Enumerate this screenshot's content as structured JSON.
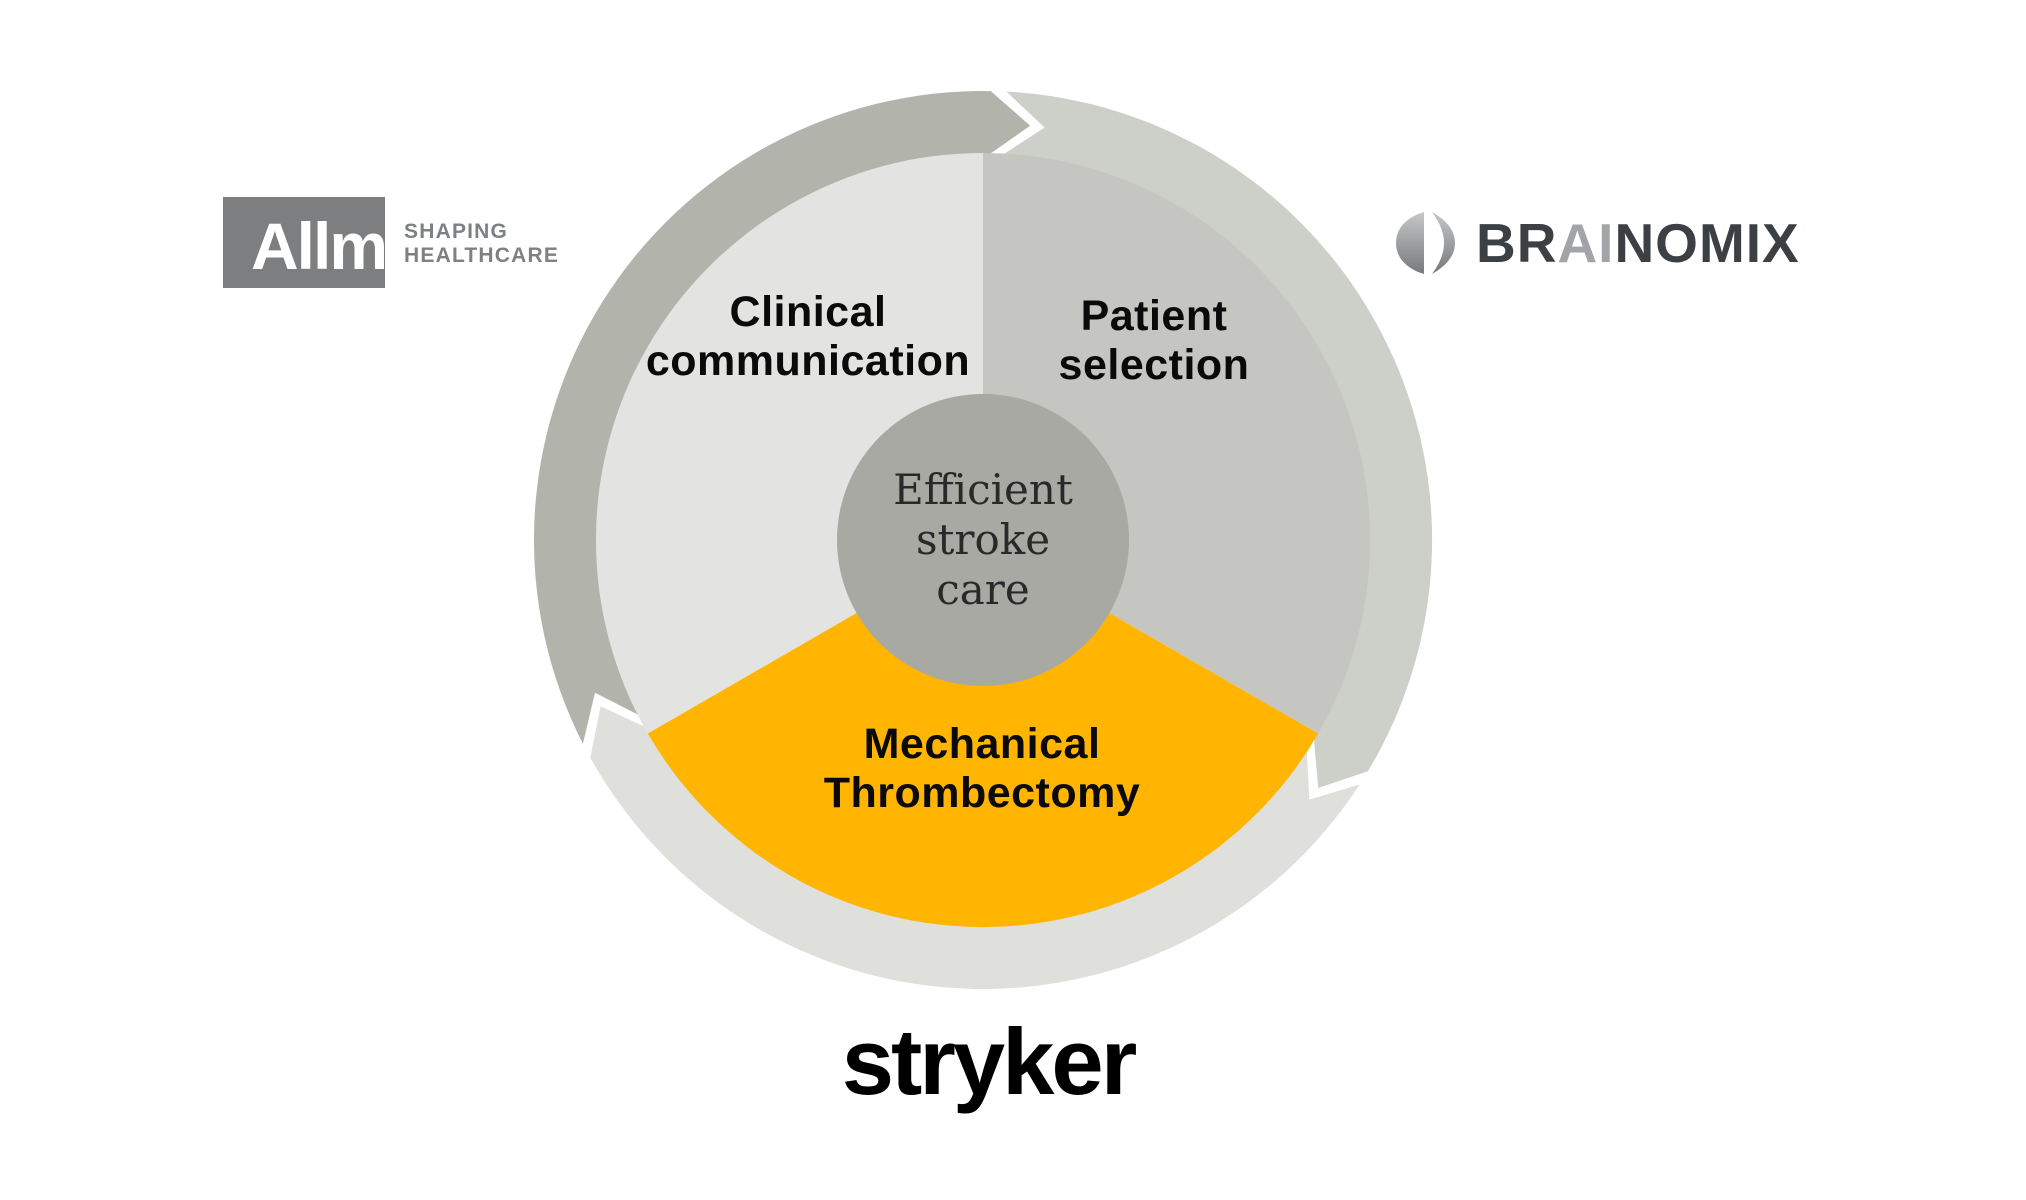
{
  "page": {
    "background": "#ffffff"
  },
  "colors": {
    "sector_left": "#e3e3e1",
    "sector_right": "#c5c6c1",
    "sector_bottom": "#ffb502",
    "ring_dark": "#b2b4ab",
    "ring_right": "#cdcfc9",
    "ring_bottom": "#dfe0dc",
    "center_circle": "#a8a9a2",
    "label_text": "#0a0a0a",
    "center_text": "#29292a",
    "allm_block": "#7d7e80",
    "allm_wordmark": "#ffffff",
    "allm_tagline": "#7e8184",
    "brainomix_dark": "#3c4044",
    "brainomix_light": "#a2a4a7",
    "stryker": "#000000"
  },
  "diagram": {
    "type": "cycle",
    "flow": "clockwise",
    "arrow_count": 3,
    "center_label": {
      "line1": "Efficient",
      "line2": "stroke",
      "line3": "care"
    },
    "segments": [
      {
        "id": "clinical-communication",
        "label_line1": "Clinical",
        "label_line2": "communication",
        "fill": "#e3e3e1"
      },
      {
        "id": "patient-selection",
        "label_line1": "Patient",
        "label_line2": "selection",
        "fill": "#c5c6c1"
      },
      {
        "id": "mechanical-thrombectomy",
        "label_line1": "Mechanical",
        "label_line2": "Thrombectomy",
        "fill": "#ffb502"
      }
    ]
  },
  "brands": {
    "allm": {
      "wordmark": "Allm",
      "tagline_line1": "SHAPING",
      "tagline_line2": "HEALTHCARE"
    },
    "brainomix": {
      "icon": "brain-half-icon",
      "part1": "BR",
      "part2": "AI",
      "part3": "NOMIX"
    },
    "stryker": {
      "wordmark": "stryker"
    }
  }
}
